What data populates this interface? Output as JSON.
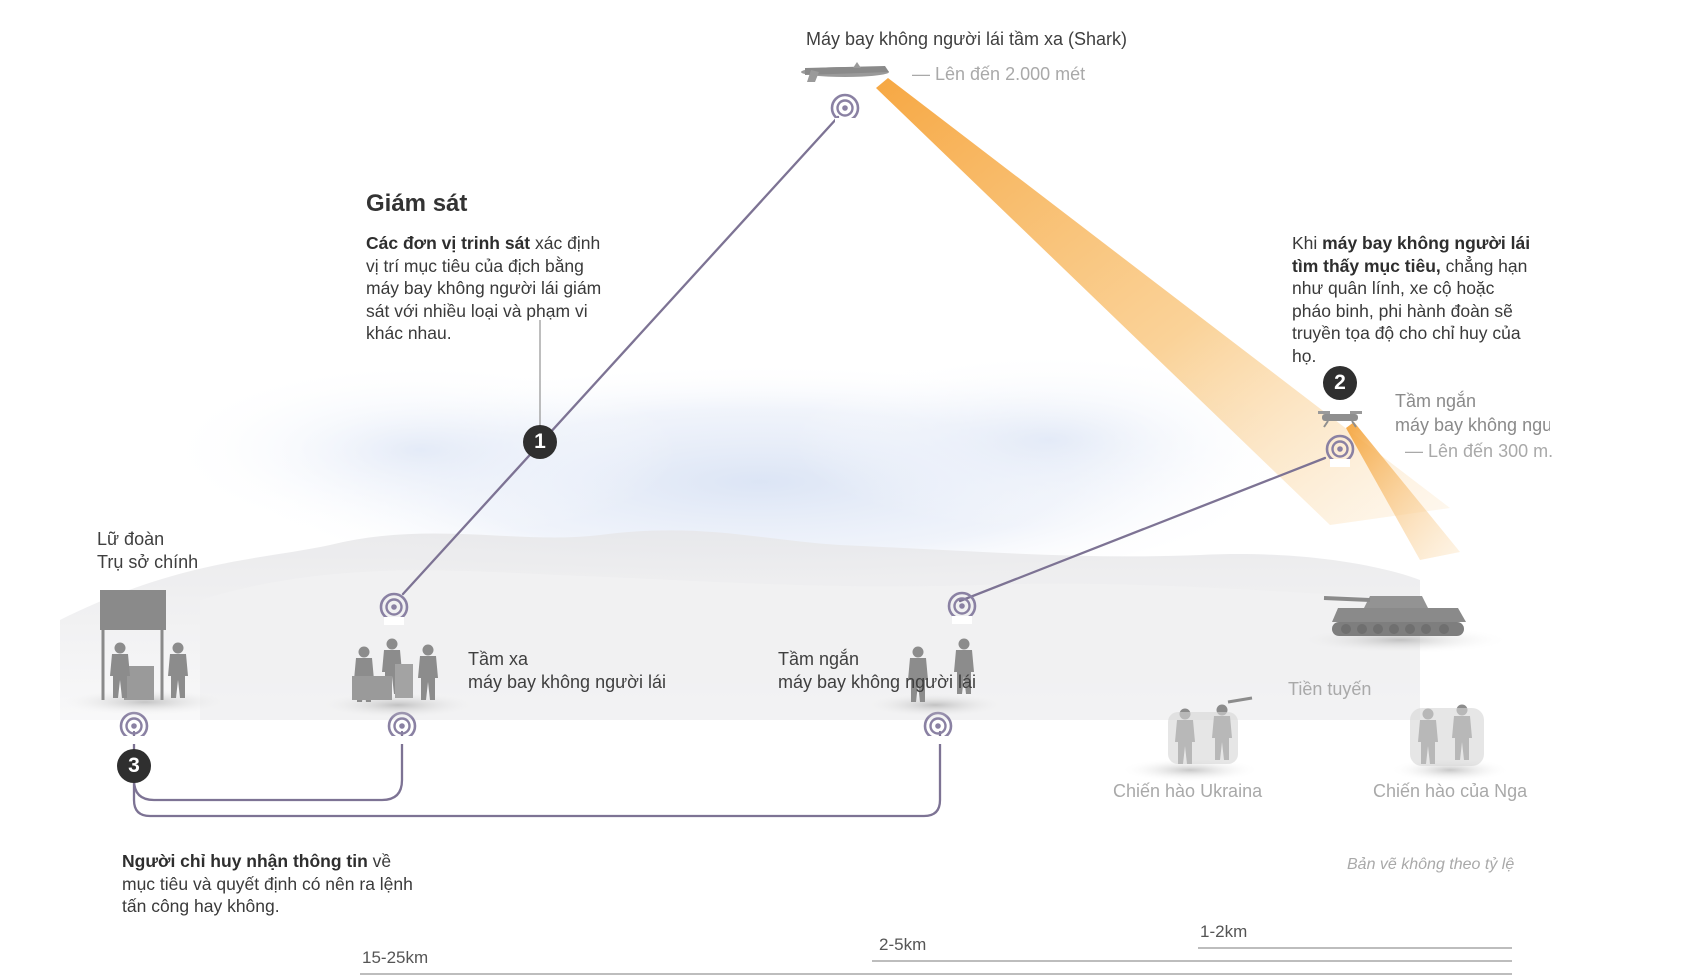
{
  "colors": {
    "link_line": "#7d7394",
    "antenna": "#8a81a3",
    "beam": "#f4a43c",
    "badge": "#2f2f2f",
    "figure_grey": "#8c8c8c",
    "distance_line": "#bdbdbd"
  },
  "icons": [
    "antenna-signal-icon",
    "drone-icon",
    "tank-icon",
    "soldier-figure-icon",
    "flag-board-icon"
  ],
  "drones": {
    "long_range": {
      "label": "Máy bay không người lái tầm xa (Shark)",
      "altitude": "— Lên đến 2.000 mét"
    },
    "short_range": {
      "label_line1": "Tầm ngắn",
      "label_line2": "máy bay không ngư",
      "altitude": "— Lên đến 300 m."
    }
  },
  "surveillance": {
    "title": "Giám sát",
    "text_bold": "Các đơn vị trinh sát",
    "text_rest": " xác định vị trí mục tiêu của địch bằng máy bay không người lái giám sát với nhiều loại và phạm vi khác nhau."
  },
  "target_found": {
    "text_pre": "Khi ",
    "text_bold": "máy bay không người lái tìm thấy mục tiêu,",
    "text_rest": " chẳng hạn như quân lính, xe cộ hoặc pháo binh, phi hành đoàn sẽ truyền tọa độ cho chỉ huy của họ."
  },
  "commander": {
    "text_bold": "Người chỉ huy nhận thông tin",
    "text_rest": " về mục tiêu và quyết định có nên ra lệnh tấn công hay không."
  },
  "badges": {
    "one": "1",
    "two": "2",
    "three": "3"
  },
  "units": {
    "hq_line1": "Lữ đoàn",
    "hq_line2": "Trụ sở chính",
    "long_range_team_line1": "Tầm xa",
    "long_range_team_line2": "máy bay không người lái",
    "short_range_team_line1": "Tầm ngắn",
    "short_range_team_line2": "máy bay không người lái"
  },
  "frontline": {
    "label": "Tiền tuyến",
    "ukraine_trench": "Chiến hào Ukraina",
    "russia_trench": "Chiến hào của Nga"
  },
  "note": "Bản vẽ không theo tỷ lệ",
  "distances": {
    "far": "15-25km",
    "mid": "2-5km",
    "near": "1-2km"
  }
}
